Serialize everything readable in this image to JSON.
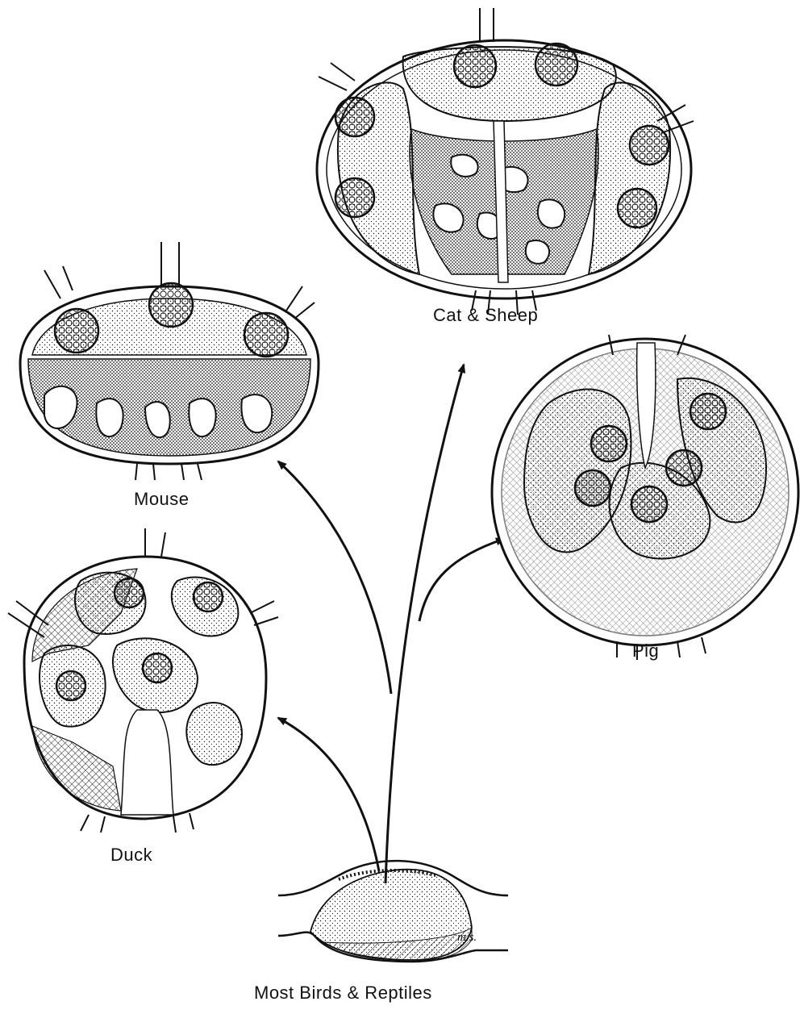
{
  "labels": {
    "cat_sheep": "Cat & Sheep",
    "mouse": "Mouse",
    "pig": "Pig",
    "duck": "Duck",
    "birds_reptiles": "Most Birds & Reptiles",
    "signature": "m.s."
  },
  "colors": {
    "ink": "#111111",
    "background": "#ffffff"
  }
}
